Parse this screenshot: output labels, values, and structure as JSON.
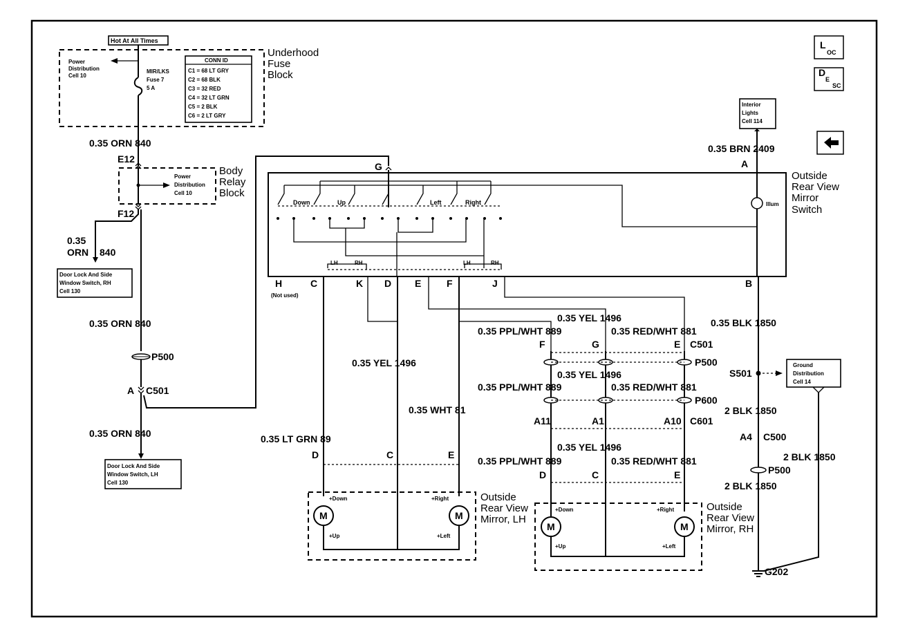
{
  "labels": {
    "hot_at_all_times": "Hot At All Times",
    "power_dist_1": "Power",
    "power_dist_2": "Distribution",
    "power_dist_3": "Cell 10",
    "fuse_1": "MIR/LKS",
    "fuse_2": "Fuse 7",
    "fuse_3": "5 A",
    "underhood_1": "Underhood",
    "underhood_2": "Fuse",
    "underhood_3": "Block",
    "body_relay_1": "Body",
    "body_relay_2": "Relay",
    "body_relay_3": "Block",
    "interior_1": "Interior",
    "interior_2": "Lights",
    "interior_3": "Cell 114",
    "switch_1": "Outside",
    "switch_2": "Rear View",
    "switch_3": "Mirror",
    "switch_4": "Switch",
    "mirror_lh_1": "Outside",
    "mirror_lh_2": "Rear View",
    "mirror_lh_3": "Mirror, LH",
    "mirror_rh_1": "Outside",
    "mirror_rh_2": "Rear View",
    "mirror_rh_3": "Mirror, RH",
    "door_rh_1": "Door Lock And Side",
    "door_rh_2": "Window Switch, RH",
    "door_rh_3": "Cell 130",
    "door_lh_1": "Door Lock And Side",
    "door_lh_2": "Window Switch, LH",
    "door_lh_3": "Cell 130",
    "ground_1": "Ground",
    "ground_2": "Distribution",
    "ground_3": "Cell 14",
    "not_used": "(Not used)",
    "illum": "Illum",
    "sw_down": "Down",
    "sw_up": "Up",
    "sw_left": "Left",
    "sw_right": "Right",
    "lh": "LH",
    "rh": "RH",
    "m": "M",
    "plus_down": "+Down",
    "plus_up": "+Up",
    "plus_right": "+Right",
    "plus_left": "+Left"
  },
  "conn_id": {
    "title": "CONN ID",
    "rows": [
      "C1 = 68 LT GRY",
      "C2 = 68 BLK",
      "C3 = 32 RED",
      "C4 = 32 LT GRN",
      "C5 = 2 BLK",
      "C6 = 2 LT GRY"
    ]
  },
  "connectors": {
    "e12": "E12",
    "f12": "F12",
    "p500": "P500",
    "a_c501": "A",
    "c501": "C501",
    "g": "G",
    "a": "A",
    "b": "B",
    "h": "H",
    "c": "C",
    "k": "K",
    "d": "D",
    "e": "E",
    "f": "F",
    "j": "J",
    "f_c501": "F",
    "g_c501": "G",
    "e_c501": "E",
    "c501_r": "C501",
    "p500_r": "P500",
    "p600": "P600",
    "a11": "A11",
    "a1": "A1",
    "a10": "A10",
    "c601": "C601",
    "lh_d": "D",
    "lh_c": "C",
    "lh_e": "E",
    "rh_d": "D",
    "rh_c": "C",
    "rh_e": "E",
    "s501": "S501",
    "a4": "A4",
    "c500": "C500",
    "p500_g": "P500",
    "g202": "G202"
  },
  "wires": {
    "orn_840_a": "0.35 ORN  840",
    "orn_035": "0.35",
    "orn_word": "ORN",
    "orn_840_num": "840",
    "orn_840_b": "0.35 ORN  840",
    "orn_840_c": "0.35 ORN  840",
    "brn_2409": "0.35 BRN  2409",
    "blk_1850_a": "0.35 BLK  1850",
    "blk_1850_b": "2 BLK  1850",
    "blk_1850_c": "2 BLK  1850",
    "blk_1850_d": "2 BLK  1850",
    "yel_1496_lh": "0.35 YEL  1496",
    "wht_81": "0.35 WHT  81",
    "ltgrn_89": "0.35 LT GRN  89",
    "yel_1496_1": "0.35 YEL  1496",
    "ppl_889_1": "0.35 PPL/WHT  889",
    "red_881_1": "0.35 RED/WHT  881",
    "yel_1496_2": "0.35 YEL  1496",
    "ppl_889_2": "0.35 PPL/WHT  889",
    "red_881_2": "0.35 RED/WHT  881",
    "yel_1496_3": "0.35 YEL  1496",
    "ppl_889_3": "0.35 PPL/WHT  889",
    "red_881_3": "0.35 RED/WHT  881"
  },
  "nav": {
    "loc_main": "L",
    "loc_sub": "OC",
    "desc_main": "D",
    "desc_sub1": "E",
    "desc_sub2": "SC"
  }
}
